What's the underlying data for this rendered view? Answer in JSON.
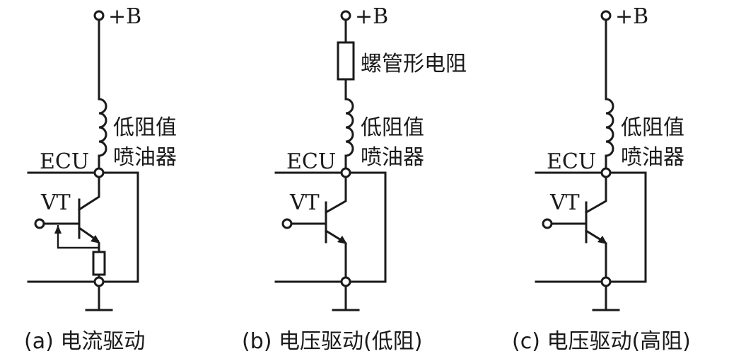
{
  "labels": {
    "supply": "+B",
    "ecu": "ECU",
    "transistor": "VT",
    "injector_line1": "低阻值",
    "injector_line2": "喷油器",
    "solenoid_resistor": "螺管形电阻"
  },
  "captions": {
    "a": "(a) 电流驱动",
    "b": "(b) 电压驱动(低阻)",
    "c": "(c) 电压驱动(高阻)"
  }
}
